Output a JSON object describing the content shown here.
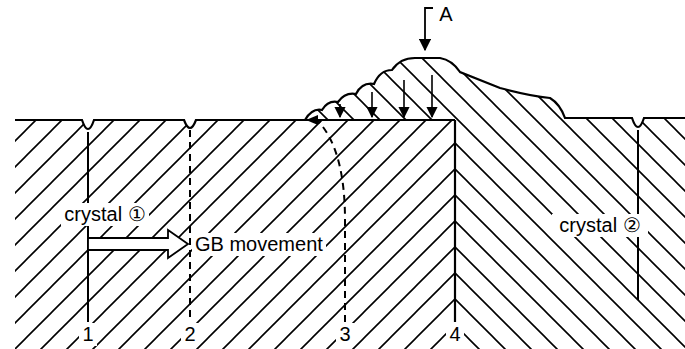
{
  "diagram": {
    "labels": [
      "A",
      "crystal ①",
      "GB movement",
      "1",
      "2",
      "3",
      "4",
      "crystal ②"
    ]
  }
}
